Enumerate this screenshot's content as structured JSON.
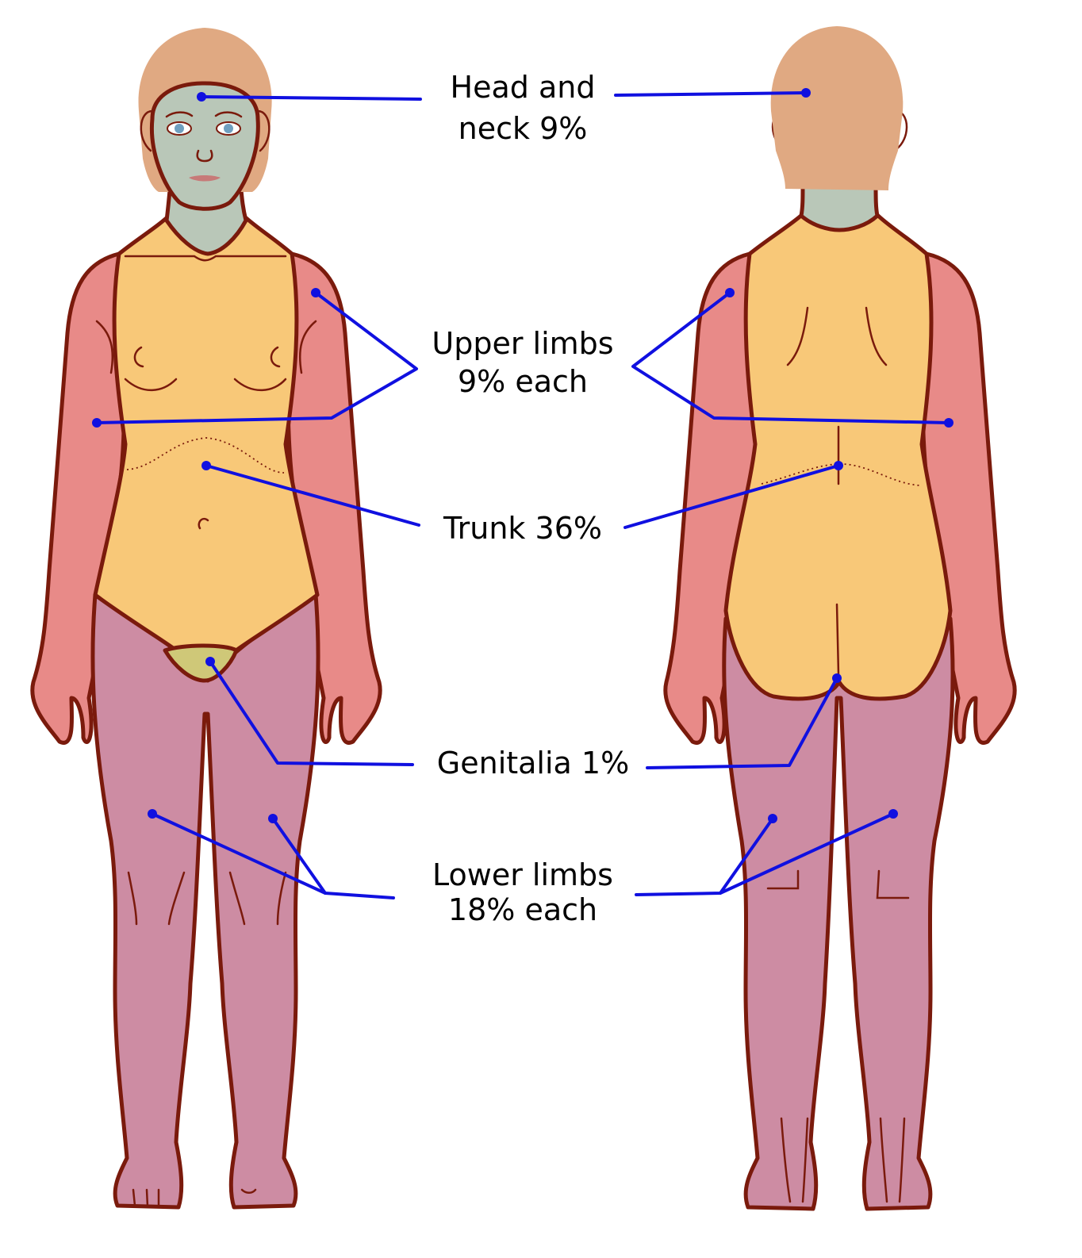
{
  "colors": {
    "head_neck": "#b9c7b8",
    "hair": "#e0a982",
    "trunk": "#f8c878",
    "upper_limbs": "#e88a88",
    "lower_limbs": "#cd8ca3",
    "genitalia": "#cfc878",
    "outline": "#7a1a0c",
    "leader": "#1010e0"
  },
  "labels": {
    "head_neck": {
      "line1": "Head and",
      "line2": "neck 9%"
    },
    "upper_limbs": {
      "line1": "Upper limbs",
      "line2": "9% each"
    },
    "trunk": {
      "line1": "Trunk 36%"
    },
    "genitalia": {
      "line1": "Genitalia 1%"
    },
    "lower_limbs": {
      "line1": "Lower limbs",
      "line2": "18% each"
    }
  }
}
